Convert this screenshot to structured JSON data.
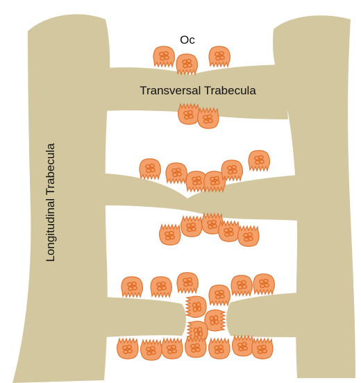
{
  "labels": {
    "osteoclast": "Oc",
    "transversal": "Transversal Trabecula",
    "longitudinal": "Longitudinal Trabecula"
  },
  "colors": {
    "bone": "#d3c79f",
    "cell_fill": "#f4a06a",
    "cell_stroke": "#e0722e",
    "nucleus": "#e06a22",
    "background": "#ffffff"
  },
  "icons": {
    "cell": "osteoclast-cell-icon"
  }
}
